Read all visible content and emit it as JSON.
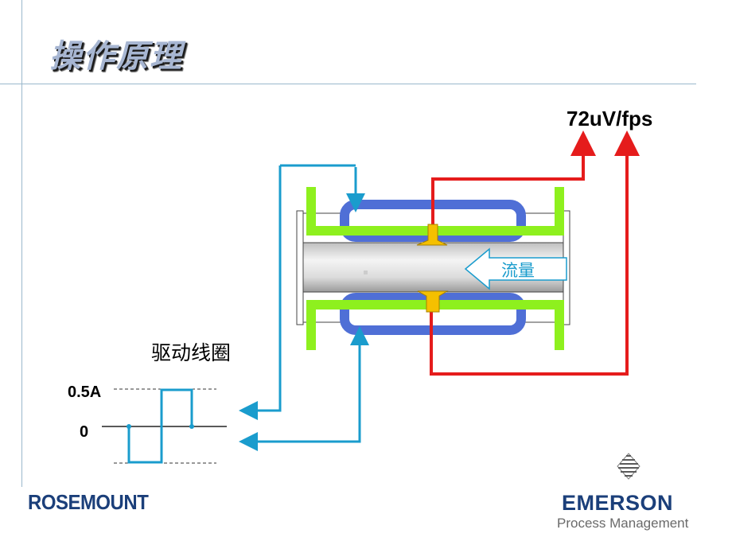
{
  "title": "操作原理",
  "signal_label": "72uV/fps",
  "flow_label": "流量",
  "drive_coil_label": "驱动线圈",
  "current_high_label": "0.5A",
  "current_zero_label": "0",
  "logo_left": "ROSEMOUNT",
  "logo_right_main": "EMERSON",
  "logo_right_sub": "Process Management",
  "colors": {
    "coil_blue": "#4f6fd6",
    "drive_wire": "#1a9ccd",
    "signal_wire": "#e51c1c",
    "flange_green": "#8ef01e",
    "electrode": "#f5c000",
    "brand_blue": "#1b3f7a"
  }
}
